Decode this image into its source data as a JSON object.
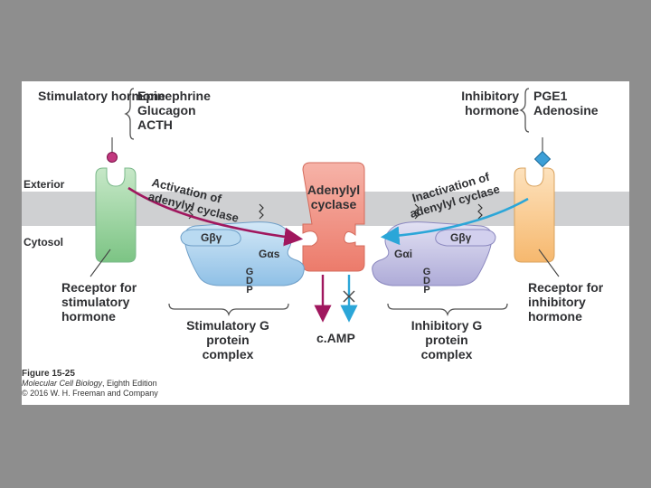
{
  "stimulatory": {
    "title": "Stimulatory hormone",
    "examples": [
      "Epinephrine",
      "Glucagon",
      "ACTH"
    ],
    "receptor_label": "Receptor for stimulatory hormone",
    "gprotein_label": "Stimulatory G protein complex",
    "beta_gamma": "Gβγ",
    "alpha": "Gαs",
    "gdp": [
      "G",
      "D",
      "P"
    ],
    "arrow_text": "Activation of adenylyl cyclase"
  },
  "inhibitory": {
    "title": "Inhibitory hormone",
    "examples": [
      "PGE1",
      "Adenosine"
    ],
    "receptor_label": "Receptor for inhibitory hormone",
    "gprotein_label": "Inhibitory G protein complex",
    "beta_gamma": "Gβγ",
    "alpha": "Gαi",
    "gdp": [
      "G",
      "D",
      "P"
    ],
    "arrow_text": "Inactivation of adenylyl cyclase"
  },
  "membrane": {
    "exterior": "Exterior",
    "cytosol": "Cytosol"
  },
  "enzyme": {
    "label": "Adenylyl cyclase",
    "product": "c.AMP"
  },
  "caption": {
    "figure": "Figure 15-25",
    "book": "Molecular Cell Biology",
    "edition": ", Eighth Edition",
    "copyright": "© 2016 W. H. Freeman and Company"
  },
  "colors": {
    "stimulatory_arrow": "#a0175e",
    "inhibitory_arrow": "#2ba6d8",
    "membrane": "#cfd0d2",
    "receptor_stim": "#8fcf95",
    "receptor_inhib": "#f9c98c",
    "enzyme": "#f08b7d",
    "gprotein_stim": "#a9d1ee",
    "gprotein_inhib": "#c3c1e4"
  }
}
